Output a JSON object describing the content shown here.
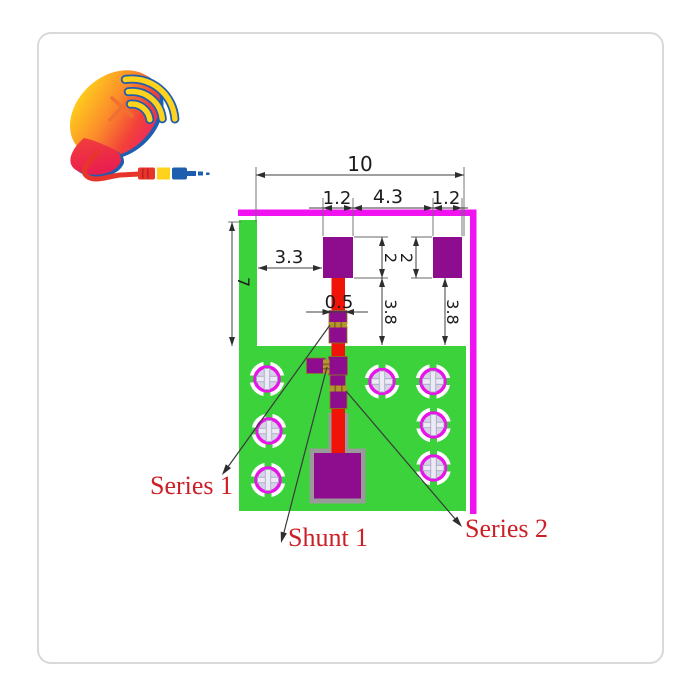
{
  "diagram": {
    "dims": {
      "overall_width": "10",
      "pad_left_width": "1.2",
      "pad_gap": "4.3",
      "pad_right_width": "1.2",
      "feed_offset": "3.3",
      "pad_left_height": "2",
      "pad_right_height": "2",
      "trace_width": "0.5",
      "stub_left_length": "3.8",
      "stub_right_length": "3.8",
      "ground_height": "7"
    },
    "component_labels": {
      "series1": "Series 1",
      "shunt1": "Shunt 1",
      "series2": "Series 2"
    },
    "colors": {
      "board_green": "#3cd23c",
      "pad_purple": "#8e0d8e",
      "trace_red": "#f01408",
      "outline_magenta": "#f112f1",
      "label_red": "#cc2027",
      "solder_gold": "#b5952b",
      "via_ring_magenta": "#e616e6",
      "via_fill": "#d5d3e6"
    }
  },
  "logo": {
    "name": "satellite-antenna-logo"
  }
}
